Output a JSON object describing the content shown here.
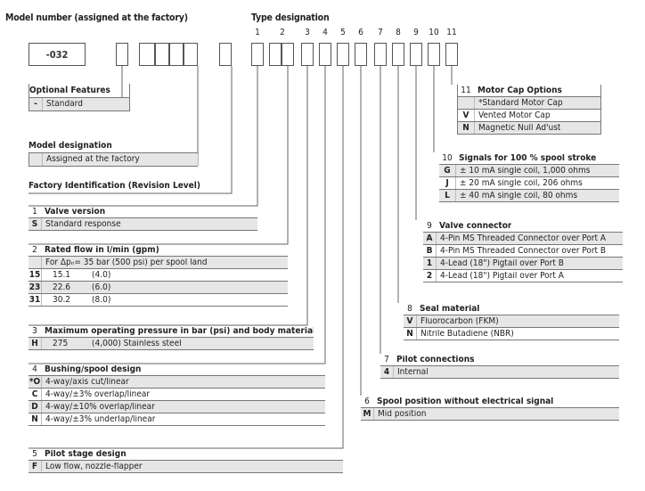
{
  "header": {
    "model_title": "Model number (assigned at the factory)",
    "type_title": "Type designation",
    "model_value": "-032",
    "positions": [
      "1",
      "2",
      "3",
      "4",
      "5",
      "6",
      "7",
      "8",
      "9",
      "10",
      "11"
    ]
  },
  "optional_features": {
    "title": "Optional Features",
    "rows": [
      {
        "code": "-",
        "text": "Standard"
      }
    ]
  },
  "model_designation": {
    "title": "Model designation",
    "rows": [
      {
        "code": "",
        "text": "Assigned at the factory"
      }
    ]
  },
  "factory_identification": {
    "title": "Factory Identification (Revision Level)"
  },
  "sections": {
    "valve_version": {
      "num": "1",
      "title": "Valve version",
      "rows": [
        {
          "code": "S",
          "text": "Standard response"
        }
      ]
    },
    "rated_flow": {
      "num": "2",
      "title": "Rated flow in l/min (gpm)",
      "note": "For Δpₙ= 35 bar (500 psi) per spool land",
      "rows": [
        {
          "code": "15",
          "lpm": "15.1",
          "gpm": "(4.0)"
        },
        {
          "code": "23",
          "lpm": "22.6",
          "gpm": "(6.0)"
        },
        {
          "code": "31",
          "lpm": "30.2",
          "gpm": "(8.0)"
        }
      ]
    },
    "max_pressure": {
      "num": "3",
      "title": "Maximum operating pressure in bar (psi) and body material",
      "rows": [
        {
          "code": "H",
          "bar": "275",
          "psi": "(4,000) Stainless steel"
        }
      ]
    },
    "bushing": {
      "num": "4",
      "title": "Bushing/spool design",
      "rows": [
        {
          "code": "*O",
          "text": "4-way/axis cut/linear"
        },
        {
          "code": "C",
          "text": "4-way/±3% overlap/linear"
        },
        {
          "code": "D",
          "text": "4-way/±10% overlap/linear"
        },
        {
          "code": "N",
          "text": "4-way/±3% underlap/linear"
        }
      ]
    },
    "pilot_stage": {
      "num": "5",
      "title": "Pilot stage design",
      "rows": [
        {
          "code": "F",
          "text": "Low flow, nozzle-flapper"
        }
      ]
    },
    "spool_position": {
      "num": "6",
      "title": "Spool position without electrical signal",
      "rows": [
        {
          "code": "M",
          "text": "Mid position"
        }
      ]
    },
    "pilot_connections": {
      "num": "7",
      "title": "Pilot connections",
      "rows": [
        {
          "code": "4",
          "text": "Internal"
        }
      ]
    },
    "seal_material": {
      "num": "8",
      "title": "Seal material",
      "rows": [
        {
          "code": "V",
          "text": "Fluorocarbon (FKM)"
        },
        {
          "code": "N",
          "text": "Nitrile Butadiene (NBR)"
        }
      ]
    },
    "valve_connector": {
      "num": "9",
      "title": "Valve connector",
      "rows": [
        {
          "code": "A",
          "text": "4-Pin MS Threaded Connector over Port A"
        },
        {
          "code": "B",
          "text": "4-Pin MS Threaded Connector over Port B"
        },
        {
          "code": "1",
          "text": "4-Lead (18\") Pigtail over Port B"
        },
        {
          "code": "2",
          "text": "4-Lead (18\") Pigtail over Port A"
        }
      ]
    },
    "signals": {
      "num": "10",
      "title": "Signals for 100 % spool stroke",
      "rows": [
        {
          "code": "G",
          "text": "± 10 mA single coil, 1,000 ohms"
        },
        {
          "code": "J",
          "text": "± 20 mA single coil, 206 ohms"
        },
        {
          "code": "L",
          "text": "± 40 mA single coil, 80 ohms"
        }
      ]
    },
    "motor_cap": {
      "num": "11",
      "title": "Motor Cap Options",
      "rows": [
        {
          "code": "",
          "text": "*Standard Motor Cap"
        },
        {
          "code": "V",
          "text": "Vented Motor Cap"
        },
        {
          "code": "N",
          "text": "Magnetic Null Ad'ust"
        }
      ]
    }
  }
}
